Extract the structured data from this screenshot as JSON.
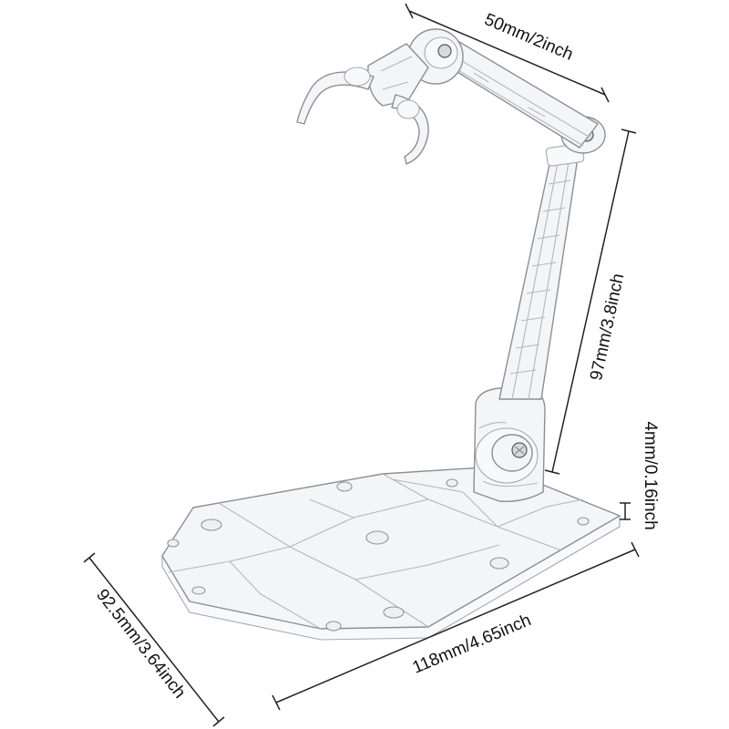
{
  "dimensions": {
    "arm_length": "50mm/2inch",
    "pole_height": "97mm/3.8inch",
    "base_thickness": "4mm/0.16inch",
    "base_length": "118mm/4.65inch",
    "base_width": "92.5mm/3.64inch"
  },
  "colors": {
    "background": "#ffffff",
    "plastic_edge": "#8a9096",
    "dimension_line": "#222222",
    "text": "#111111"
  }
}
